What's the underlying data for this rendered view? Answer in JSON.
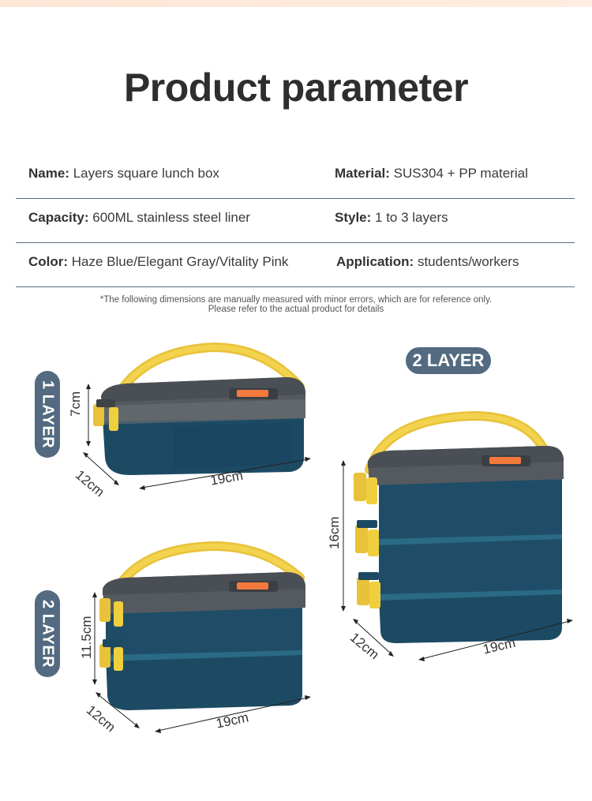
{
  "page": {
    "title": "Product parameter"
  },
  "specs": {
    "rows": [
      {
        "left": {
          "label": "Name:",
          "value": " Layers square lunch box"
        },
        "right": {
          "label": "Material:",
          "value": " SUS304 + PP material"
        }
      },
      {
        "left": {
          "label": "Capacity:",
          "value": " 600ML stainless steel liner"
        },
        "right": {
          "label": "Style:",
          "value": " 1 to 3 layers"
        }
      },
      {
        "left": {
          "label": "Color:",
          "value": " Haze Blue/Elegant Gray/Vitality Pink"
        },
        "right": {
          "label": "Application:",
          "value": " students/workers"
        }
      }
    ]
  },
  "note": {
    "line1": "*The following dimensions are manually measured with minor errors, which are for reference only.",
    "line2": "Please refer to the actual product for details"
  },
  "products": [
    {
      "badge": "1 LAYER",
      "height": "7cm",
      "depth": "12cm",
      "width": "19cm"
    },
    {
      "badge": "2 LAYER",
      "height": "11.5cm",
      "depth": "12cm",
      "width": "19cm"
    },
    {
      "badge": "2 LAYER",
      "height": "16cm",
      "depth": "12cm",
      "width": "19cm"
    }
  ],
  "colors": {
    "badge": "#536a80",
    "box_body": "#1d4a63",
    "lid": "#4a4f55",
    "handle": "#f0cf3e",
    "button": "#f37a3c",
    "divider": "#5a6b80"
  }
}
